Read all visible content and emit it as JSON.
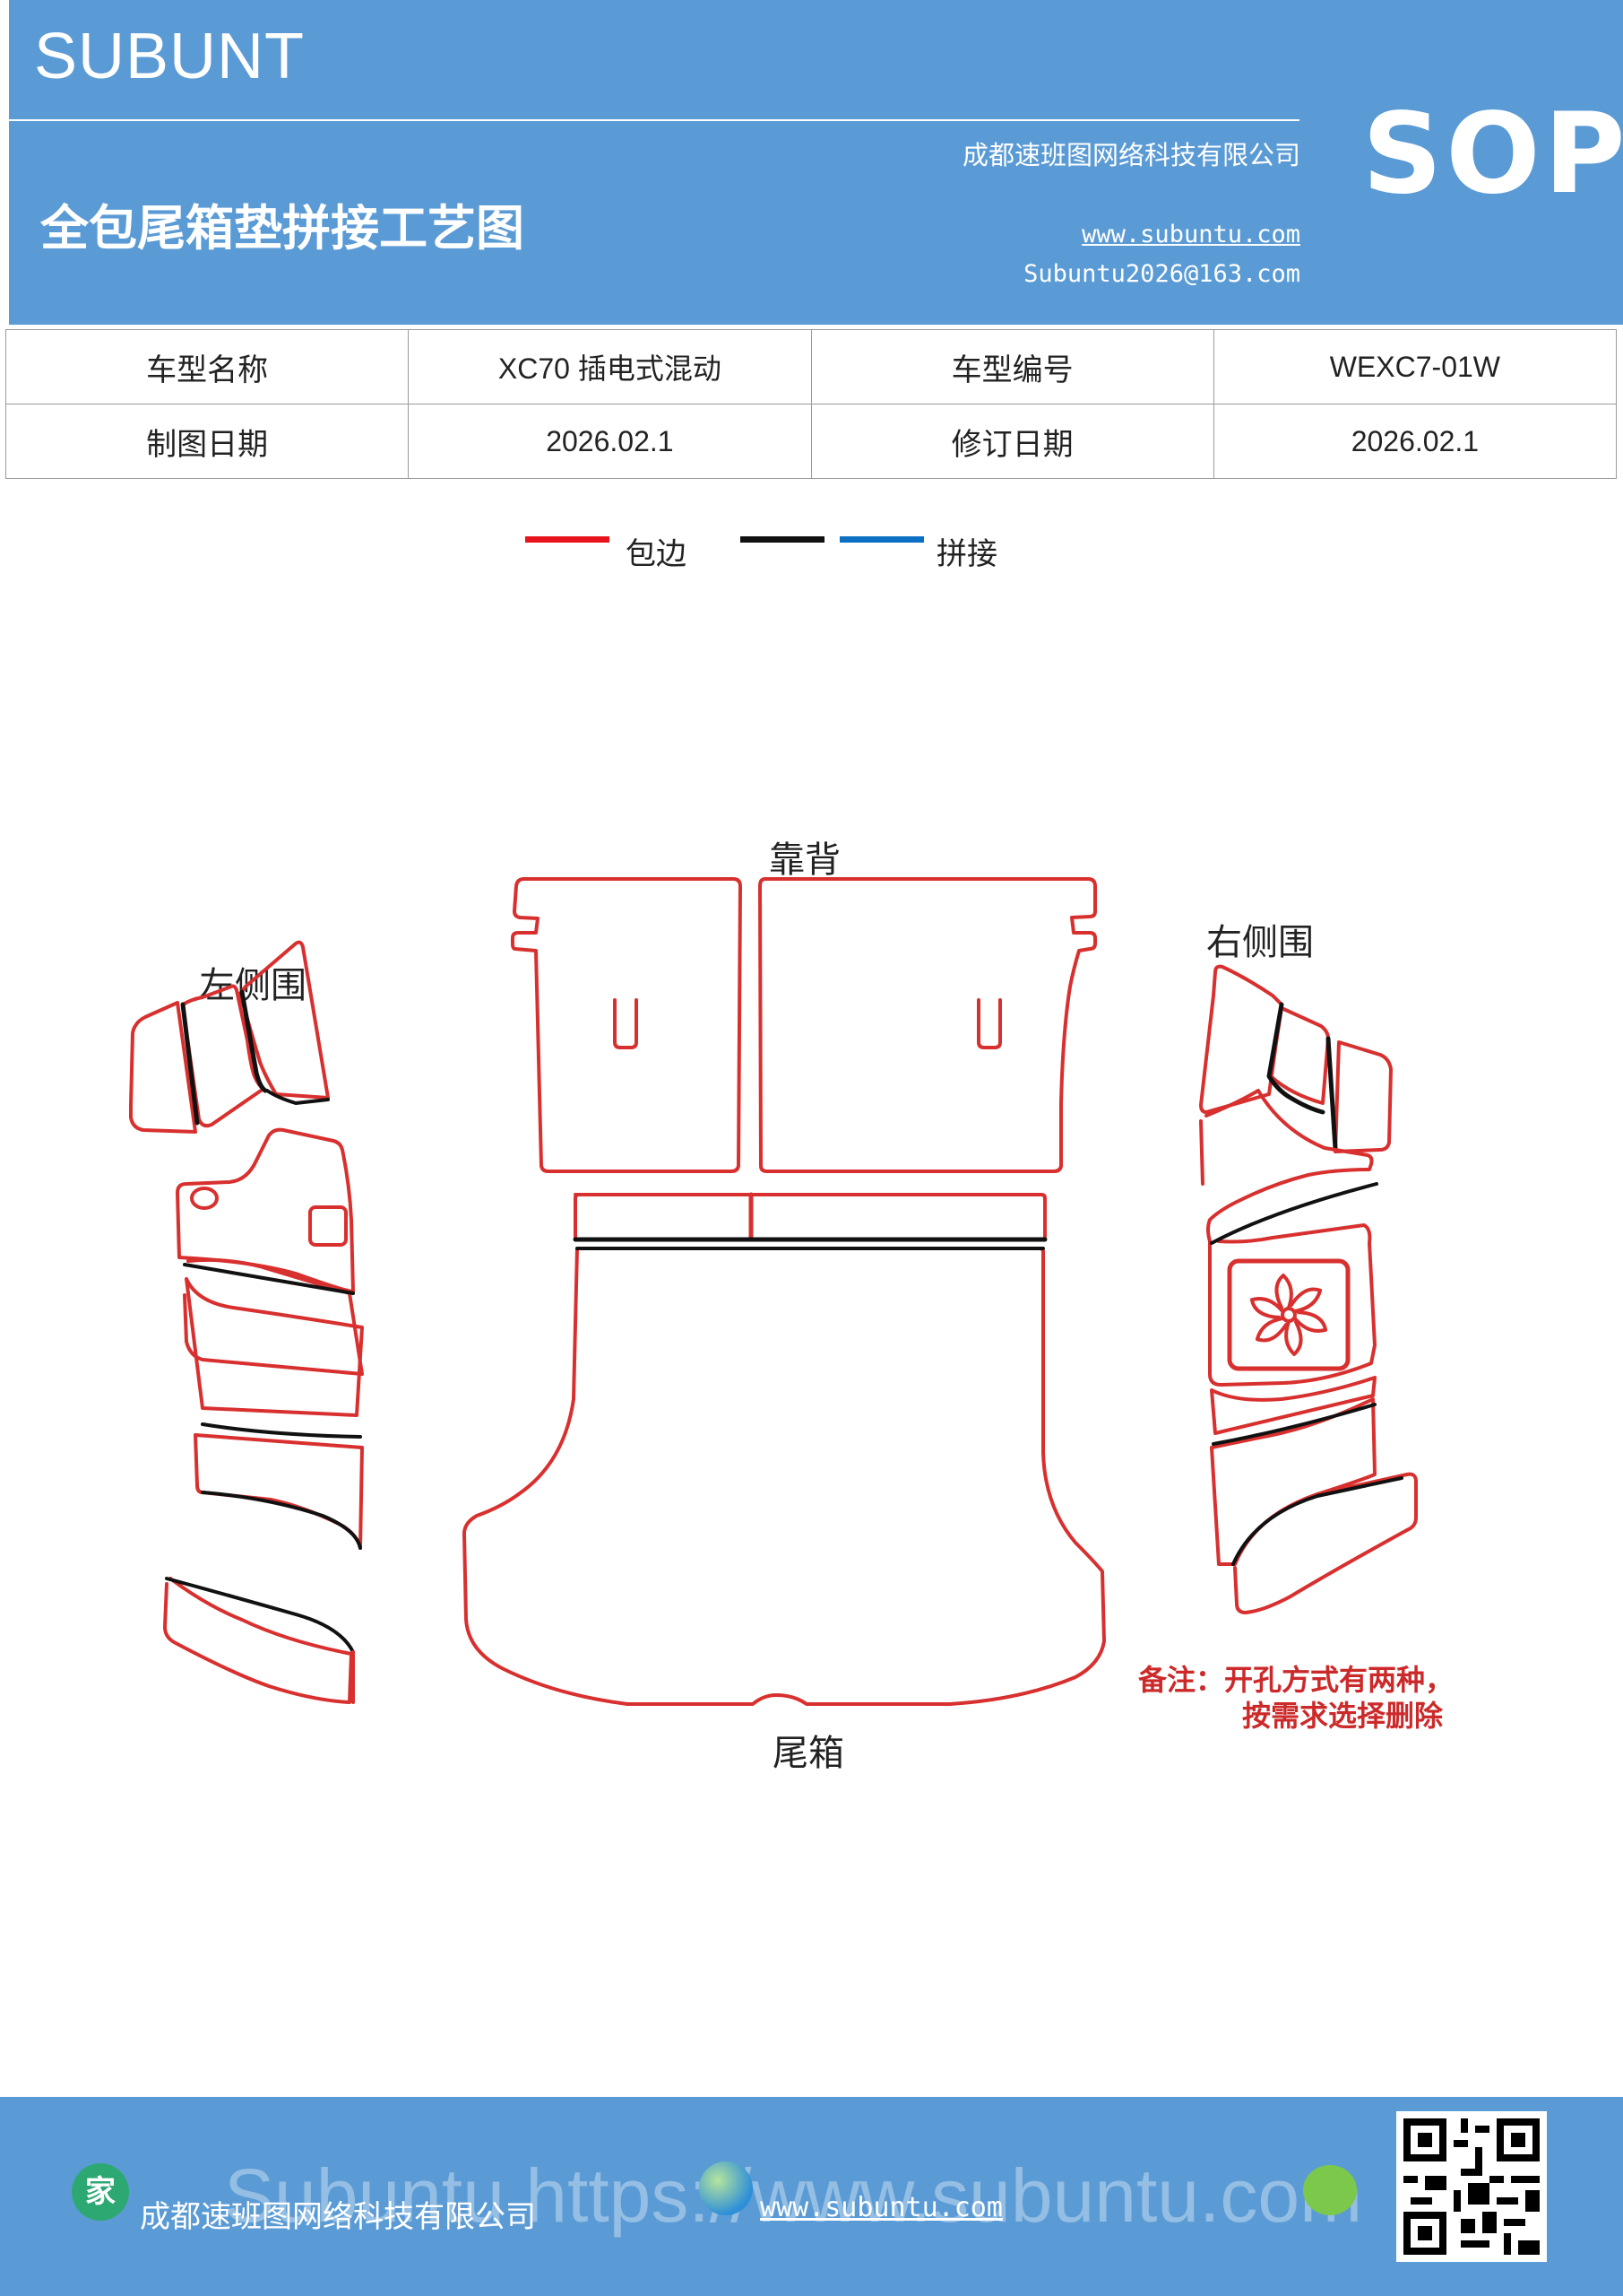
{
  "header": {
    "brand": "SUBUNT",
    "title": "全包尾箱垫拼接工艺图",
    "company": "成都速班图网络科技有限公司",
    "website": "www.subuntu.com",
    "email": "Subuntu2026@163.com",
    "badge": "SOP",
    "bg_color": "#5b9bd5"
  },
  "info_table": {
    "rows": [
      [
        "车型名称",
        "XC70 插电式混动",
        "车型编号",
        "WEXC7-01W"
      ],
      [
        "制图日期",
        "2026.02.1",
        "修订日期",
        "2026.02.1"
      ]
    ]
  },
  "legend": {
    "items": [
      {
        "label": "包边",
        "color": "#e8141b"
      },
      {
        "label": "",
        "color": "#111111"
      },
      {
        "label": "拼接",
        "color": "#0b6fc4"
      }
    ]
  },
  "diagram": {
    "labels": {
      "backrest": "靠背",
      "left_side": "左侧围",
      "right_side": "右侧围",
      "trunk": "尾箱"
    },
    "note_line1": "备注：开孔方式有两种，",
    "note_line2": "按需求选择删除",
    "edge_color": "#d8302f",
    "seam_color": "#111111"
  },
  "footer": {
    "icon": "家",
    "company": "成都速班图网络科技有限公司",
    "website": "www.subuntu.com",
    "watermark": "Subuntu https://www.subuntu.com"
  }
}
